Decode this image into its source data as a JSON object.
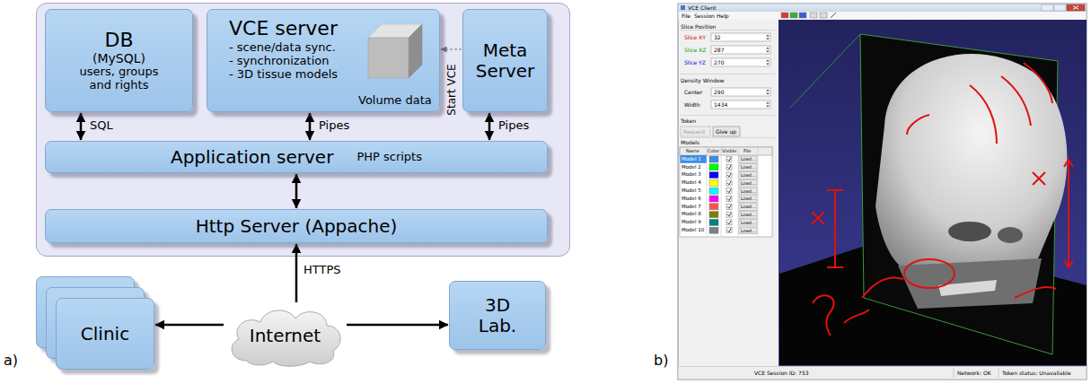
{
  "diagram": {
    "nodes": [
      {
        "text": [
          "DB",
          "(MySQL)",
          "users, groups and rights"
        ]
      },
      {
        "text": [
          "VCE server",
          "- scene/data sync.",
          "- synchronization",
          "- 3D tissue models",
          "Volume data"
        ]
      },
      {
        "text": [
          "Meta Server"
        ]
      },
      {
        "text": [
          "Application server",
          "PHP scripts"
        ]
      },
      {
        "text": [
          "Http Server (Appache)"
        ]
      },
      {
        "text": [
          "Clinic"
        ]
      },
      {
        "text": [
          "Internet"
        ]
      },
      {
        "text": [
          "3D Lab."
        ]
      }
    ],
    "edges": [
      {
        "from": 0,
        "to": 3,
        "arrow": "both",
        "label": "SQL"
      },
      {
        "from": 1,
        "to": 3,
        "arrow": "both",
        "label": "Pipes"
      },
      {
        "from": 2,
        "to": 3,
        "arrow": "both",
        "label": "Pipes"
      },
      {
        "from": 2,
        "to": 1,
        "arrow": "to",
        "label": "Start VCE"
      },
      {
        "from": 3,
        "to": 4,
        "arrow": "both"
      },
      {
        "from": 6,
        "to": 4,
        "arrow": "to",
        "label": "HTTPS"
      },
      {
        "from": 6,
        "to": 5,
        "arrow": "to"
      },
      {
        "from": 6,
        "to": 7,
        "arrow": "to"
      }
    ],
    "labels": [
      "a)",
      "b)",
      "VCE Client",
      "File",
      "Session",
      "Help",
      "Slice Position",
      "Slice XY",
      "32",
      "Slice XZ",
      "287",
      "Slice YZ",
      "270",
      "Density Window",
      "Center",
      "290",
      "Width",
      "1434",
      "Token",
      "Request",
      "Give up",
      "Models",
      "Name",
      "Color",
      "Visible",
      "File",
      "Model 1",
      "Model 2",
      "Model 3",
      "Model 4",
      "Model 5",
      "Model 6",
      "Model 7",
      "Model 8",
      "Model 9",
      "Model 10",
      "Load...",
      "Load...",
      "Load...",
      "Load...",
      "Load...",
      "Load...",
      "Load...",
      "Load...",
      "Load...",
      "Load...",
      "VCE Session ID: 753",
      "Network: OK",
      "Token status: Unavailable"
    ]
  }
}
